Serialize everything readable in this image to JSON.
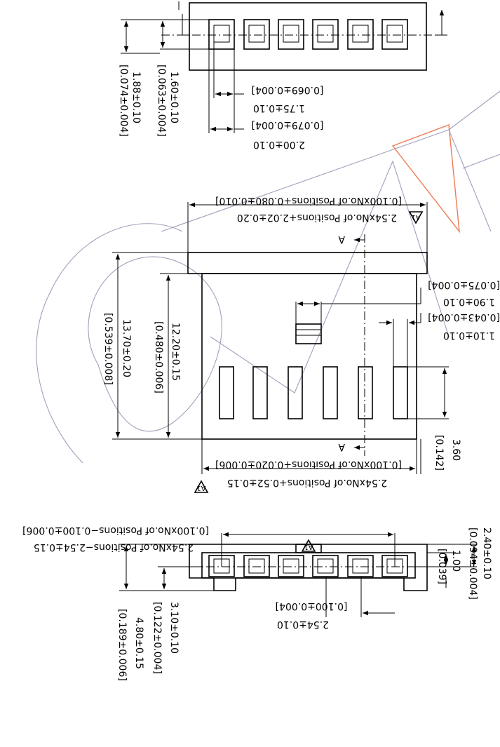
{
  "top_view": {
    "dim_pitch_small": "1.75±0.10",
    "dim_pitch_small_in": "[0.069±0.004]",
    "dim_window": "2.00±0.10",
    "dim_window_in": "[0.079±0.004]",
    "dim_height_a": "1.60±0.10",
    "dim_height_a_in": "[0.063±0.004]",
    "dim_height_b": "1.88±0.10",
    "dim_height_b_in": "[0.074±0.004]"
  },
  "front_view": {
    "dim_top_length": "2.54xNo.of  Positions+2.02±0.20",
    "dim_top_length_in": "[0.100xNo.of  Positions+0.080±0.010]",
    "dim_bottom_length": "2.54xNo.of  Positions+0.52±0.15",
    "dim_bottom_length_in": "[0.100xNo.of  Positions+0.020±0.006]",
    "revision_mark": "A1",
    "section_label": "A",
    "dim_overall_height": "13.70±0.20",
    "dim_overall_height_in": "[0.539±0.008]",
    "dim_body_height": "12.20±0.15",
    "dim_body_height_in": "[0.480±0.006]",
    "dim_latch_width": "1.90±0.10",
    "dim_latch_width_in": "[0.075±0.004]",
    "dim_slot_width": "1.10±0.10",
    "dim_slot_width_in": "[0.043±0.004]",
    "dim_slot_height": "3.60",
    "dim_slot_height_in": "[0.142]"
  },
  "end_view": {
    "dim_length": "2.54xNo.of  Positions−2.54±0.15",
    "dim_length_in": "[0.100xNo.of  Positions−0.100±0.006]",
    "dim_pitch": "2.54±0.10",
    "dim_pitch_in": "[0.100±0.004]",
    "dim_depth_a": "3.10±0.10",
    "dim_depth_a_in": "[0.122±0.004]",
    "dim_depth_b": "4.80±0.15",
    "dim_depth_b_in": "[0.189±0.006]",
    "dim_right_a": "2.40±0.10",
    "dim_right_a_in": "[0.094±0.004]",
    "dim_right_b": "1.00",
    "dim_right_b_in": "[0.039]"
  },
  "colors": {
    "watermark": "#8f8fb0",
    "watermark_accent": "#f07a55"
  }
}
